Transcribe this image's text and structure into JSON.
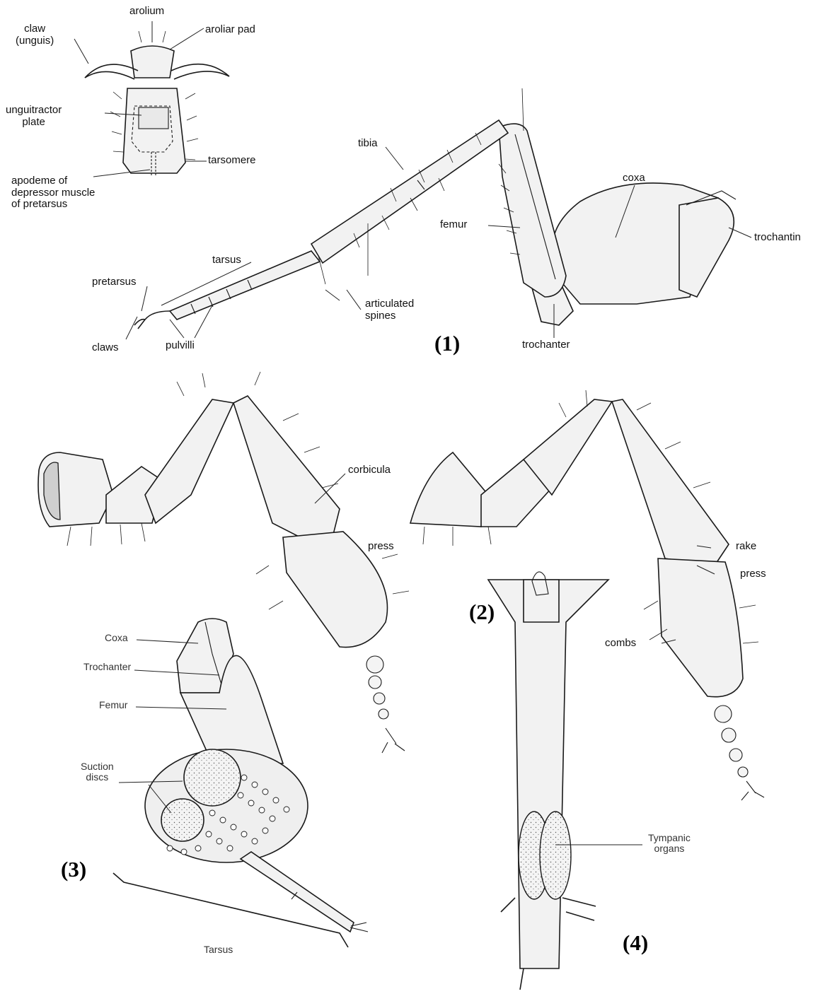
{
  "diagram": {
    "panel1": {
      "number": "(1)",
      "labels": {
        "arolium": "arolium",
        "aroliar_pad": "aroliar pad",
        "claw": "claw\n(unguis)",
        "unguitractor": "unguitractor\nplate",
        "tarsomere": "tarsomere",
        "apodeme": "apodeme of\ndepressor muscle\nof pretarsus",
        "tibia": "tibia",
        "femur": "femur",
        "coxa": "coxa",
        "trochantin": "trochantin",
        "tarsus": "tarsus",
        "pretarsus": "pretarsus",
        "articulated_spines": "articulated\nspines",
        "claws": "claws",
        "pulvilli": "pulvilli",
        "trochanter": "trochanter"
      }
    },
    "panel2": {
      "number": "(2)",
      "labels": {
        "corbicula": "corbicula",
        "press_left": "press",
        "rake": "rake",
        "press_right": "press",
        "combs": "combs"
      }
    },
    "panel3": {
      "number": "(3)",
      "labels": {
        "coxa": "Coxa",
        "trochanter": "Trochanter",
        "femur": "Femur",
        "suction_discs": "Suction\ndiscs",
        "tarsus": "Tarsus"
      }
    },
    "panel4": {
      "number": "(4)",
      "labels": {
        "tympanic_organs": "Tympanic\norgans"
      }
    }
  }
}
